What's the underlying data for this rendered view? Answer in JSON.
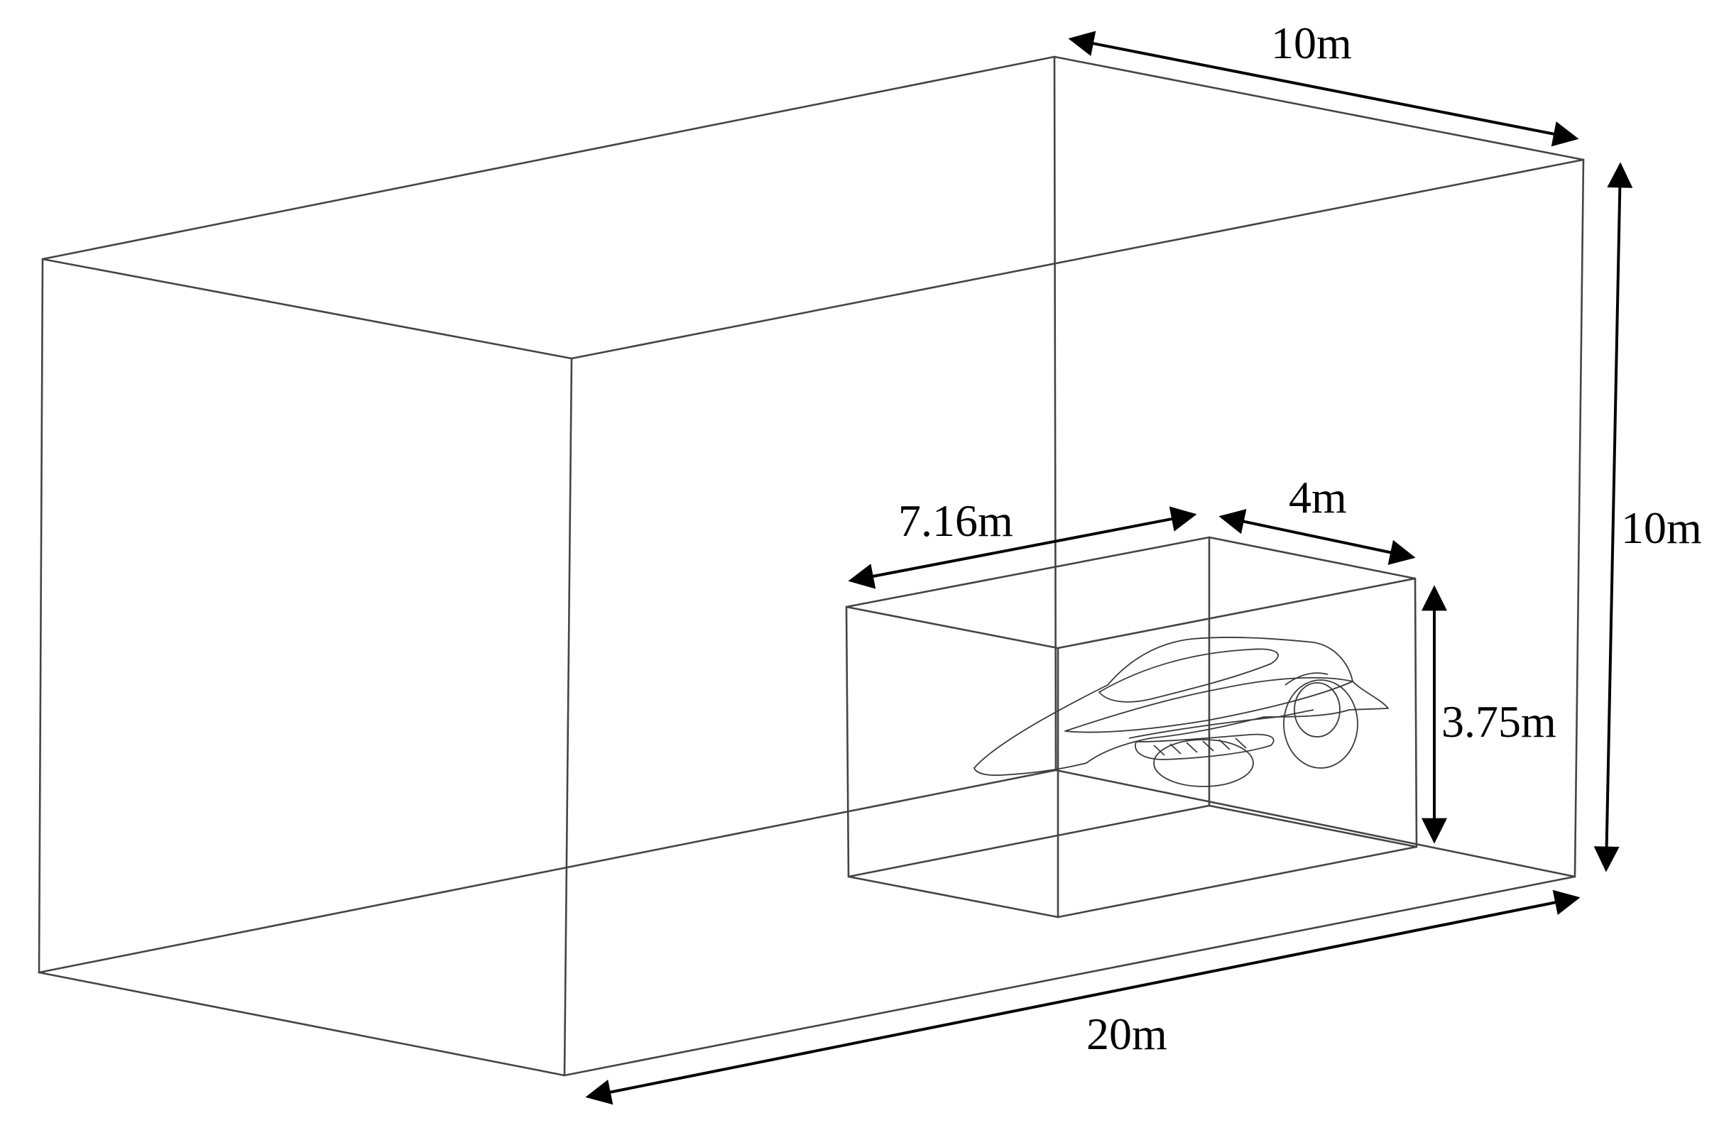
{
  "diagram": {
    "dimensions": {
      "outer_width": "10m",
      "outer_height": "10m",
      "outer_length": "20m",
      "inner_length": "7.16m",
      "inner_width": "4m",
      "inner_height": "3.75m"
    },
    "colors": {
      "edge": "#444444",
      "dimension": "#000000",
      "background": "#ffffff"
    }
  }
}
